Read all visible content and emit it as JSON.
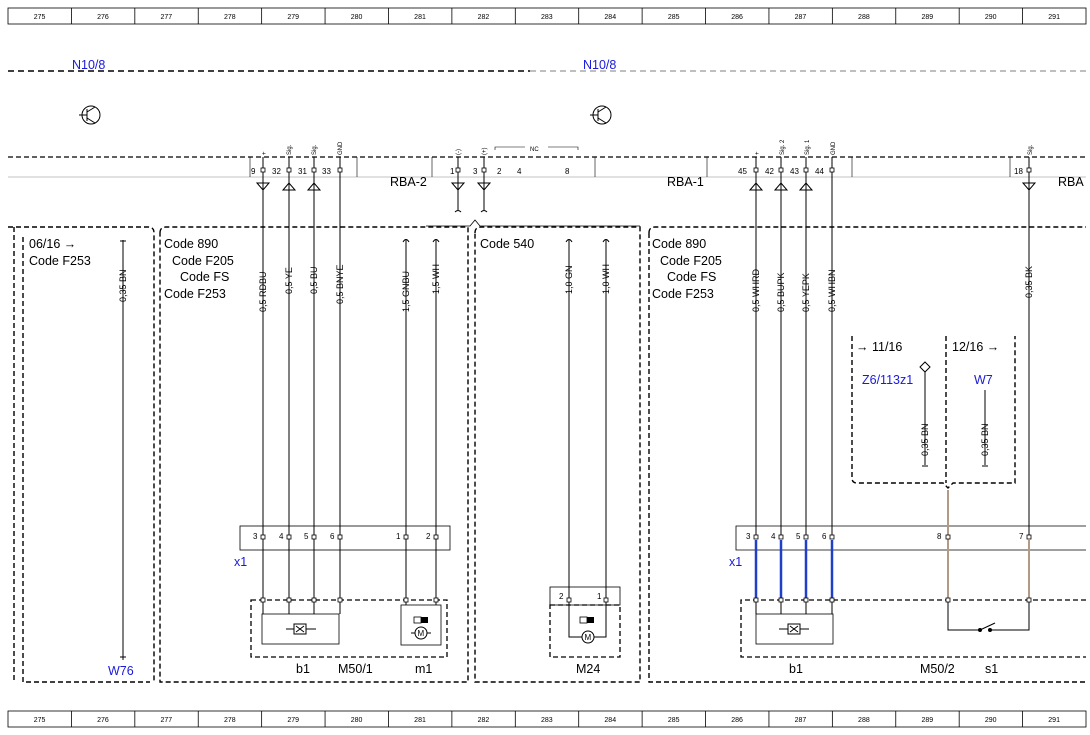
{
  "ruler_numbers": [
    "275",
    "276",
    "277",
    "278",
    "279",
    "280",
    "281",
    "282",
    "283",
    "284",
    "285",
    "286",
    "287",
    "288",
    "289",
    "290",
    "291"
  ],
  "modules": {
    "left": "N10/8",
    "right": "N10/8"
  },
  "connectors": {
    "rba2": "RBA-2",
    "rba1": "RBA-1",
    "rba_edge": "RBA",
    "x1_left": "x1",
    "x1_right": "x1"
  },
  "sig_labels": {
    "plus": "+",
    "sig": "Sig.",
    "gnd": "GND",
    "minus_paren": "(-)",
    "plus_paren": "(+)",
    "nc": "NC",
    "sig2": "Sig. 2",
    "sig1": "Sig. 1",
    "nc_bar": "————"
  },
  "pins_top": {
    "p9": "9",
    "p32": "32",
    "p31": "31",
    "p33": "33",
    "p1": "1",
    "p3": "3",
    "p2": "2",
    "p4": "4",
    "p8": "8",
    "p45": "45",
    "p42": "42",
    "p43": "43",
    "p44": "44",
    "p18": "18"
  },
  "pins_bottom": {
    "l3": "3",
    "l4": "4",
    "l5": "5",
    "l6": "6",
    "l1": "1",
    "l2": "2",
    "m2": "2",
    "m1": "1",
    "r3": "3",
    "r4": "4",
    "r5": "5",
    "r6": "6",
    "r8": "8",
    "r7": "7"
  },
  "wires": {
    "w1": "0,35 BN",
    "w2": "0,5 RDBU",
    "w3": "0,5 YE",
    "w4": "0,5 BU",
    "w5": "0,5 BNYE",
    "w6": "1,5 GNBU",
    "w7": "1,5 WH",
    "w8": "1,0 GN",
    "w9": "1,0 WH",
    "w10": "0,5 WHRD",
    "w11": "0,5 BUPK",
    "w12": "0,5 YEPK",
    "w13": "0,5 WHBN",
    "w14": "0,35 BN",
    "w15": "0,35 BN",
    "w16": "0,35 BK"
  },
  "variant_boxes": {
    "box1_a": "06/16 →",
    "box1_b": "Code F253",
    "box2_a": "Code 890",
    "box2_b": "Code F205",
    "box2_c": "Code FS",
    "box2_d": "Code F253",
    "box3_a": "Code 540",
    "box4_a": "Code 890",
    "box4_b": "Code F205",
    "box4_c": "Code FS",
    "box4_d": "Code F253",
    "box5_a": "→ 11/16",
    "box6_a": "12/16 →"
  },
  "refs": {
    "w76": "W76",
    "z6": "Z6/113z1",
    "w7": "W7"
  },
  "components": {
    "b1_left": "b1",
    "m50_1": "M50/1",
    "m1": "m1",
    "m24": "M24",
    "b1_right": "b1",
    "m50_2": "M50/2",
    "s1": "s1",
    "motor": "M"
  },
  "colors": {
    "blue_wire": "#1f3fc8",
    "brown_wire": "#b39a86",
    "label_blue": "#1a1adb"
  }
}
